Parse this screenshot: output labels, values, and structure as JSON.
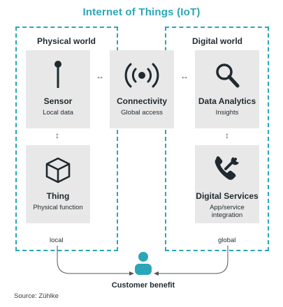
{
  "title": "Internet of Things (IoT)",
  "groups": {
    "physical": {
      "label": "Physical world",
      "footer": "local"
    },
    "digital": {
      "label": "Digital world",
      "footer": "global"
    }
  },
  "tiles": {
    "sensor": {
      "title": "Sensor",
      "subtitle": "Local data",
      "icon": "sensor-pin-icon"
    },
    "thing": {
      "title": "Thing",
      "subtitle": "Physical function",
      "icon": "cube-icon"
    },
    "connectivity": {
      "title": "Connectivity",
      "subtitle": "Global access",
      "icon": "wireless-signal-icon"
    },
    "analytics": {
      "title": "Data Analytics",
      "subtitle": "Insights",
      "icon": "magnifier-icon"
    },
    "services": {
      "title": "Digital Services",
      "subtitle_line1": "App/service",
      "subtitle_line2": "integration",
      "icon": "wrench-phone-icon"
    }
  },
  "connectors": {
    "horizontal": "↔",
    "vertical": "↕"
  },
  "benefit": {
    "label": "Customer benefit",
    "icon": "person-icon"
  },
  "source": "Source: Zühlke",
  "colors": {
    "accent": "#2aa6b8",
    "tile": "#e8e8e8",
    "text": "#1f2a30"
  }
}
